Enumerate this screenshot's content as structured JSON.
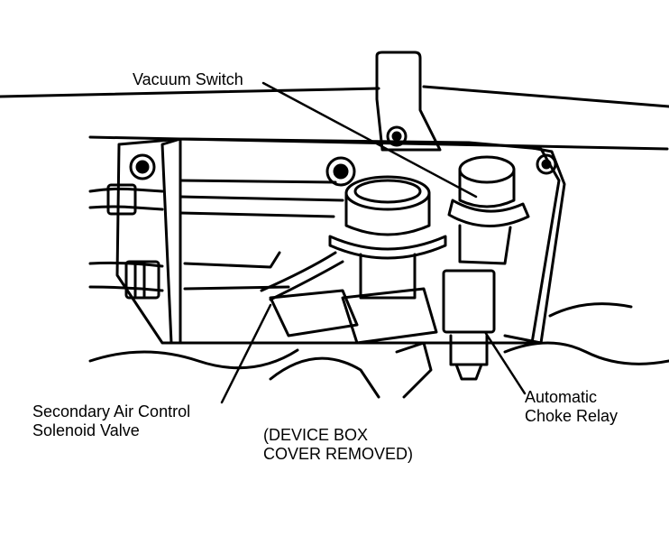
{
  "labels": {
    "vacuum_switch": "Vacuum Switch",
    "secondary_air": {
      "line1": "Secondary Air Control",
      "line2": "Solenoid Valve"
    },
    "choke_relay": {
      "line1": "Automatic",
      "line2": "Choke Relay"
    },
    "device_box": {
      "line1": "(DEVICE BOX",
      "line2": "COVER REMOVED)"
    }
  },
  "colors": {
    "ink": "#000000",
    "paper": "#ffffff"
  }
}
